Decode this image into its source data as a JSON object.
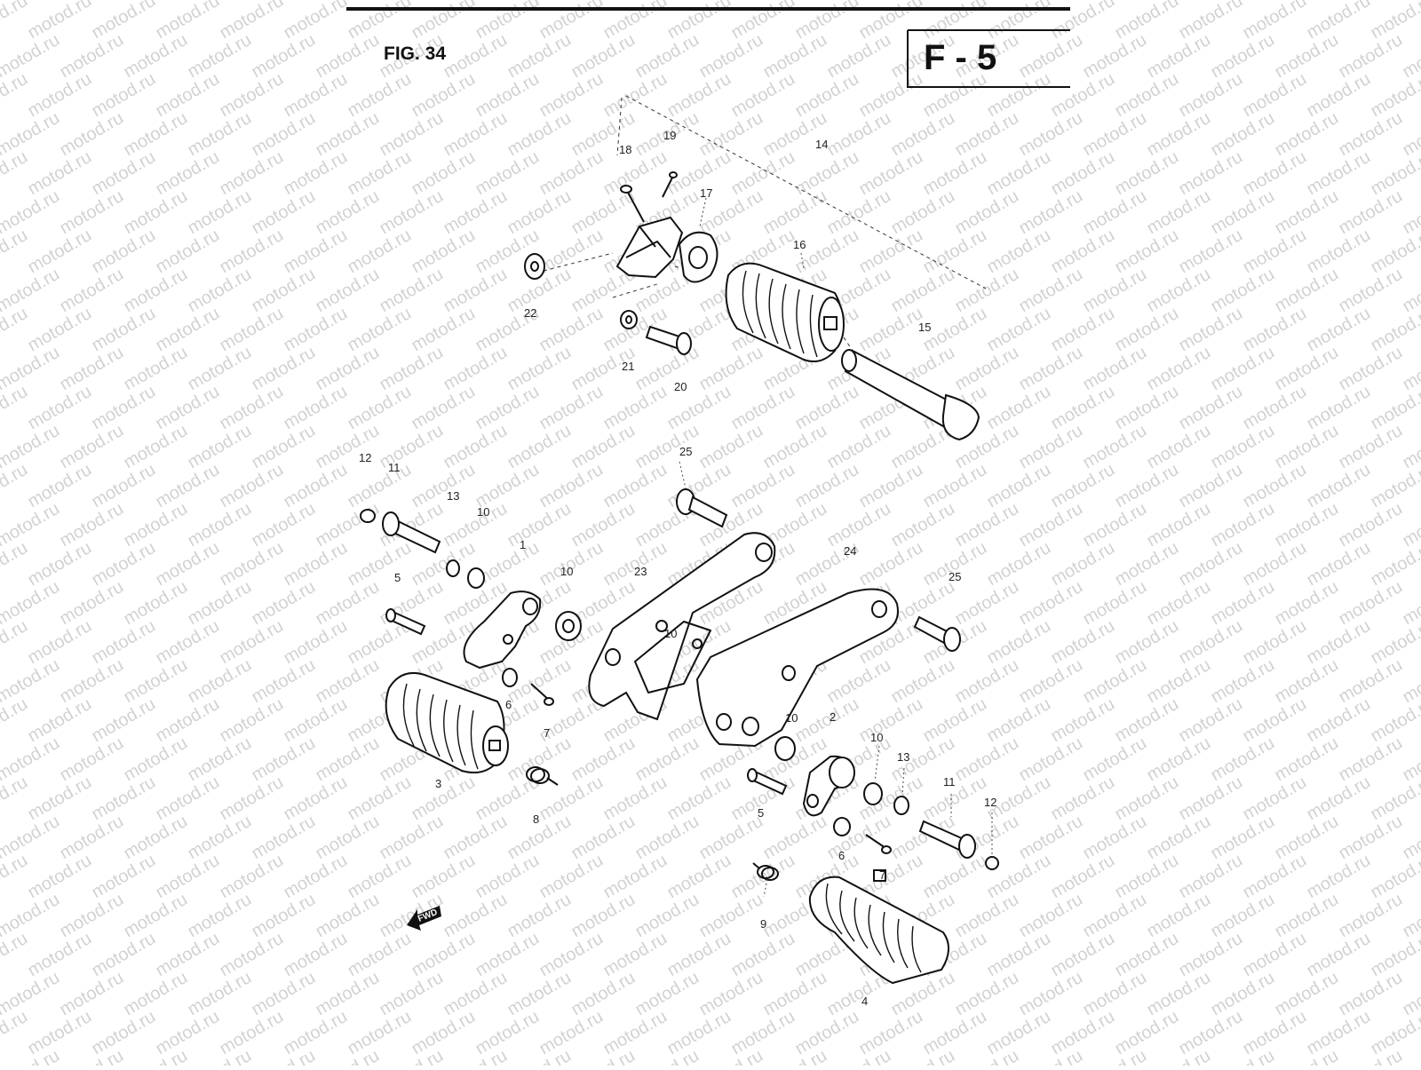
{
  "figure_label": "FIG. 34",
  "section_code": "F - 5",
  "watermark_text": "motod.ru",
  "direction_indicator": "FWD",
  "callouts": [
    "1",
    "2",
    "3",
    "4",
    "5",
    "5",
    "6",
    "6",
    "7",
    "7",
    "8",
    "9",
    "10",
    "10",
    "10",
    "10",
    "10",
    "11",
    "11",
    "12",
    "12",
    "13",
    "13",
    "14",
    "15",
    "16",
    "17",
    "18",
    "19",
    "20",
    "21",
    "22",
    "23",
    "24",
    "25",
    "25"
  ]
}
